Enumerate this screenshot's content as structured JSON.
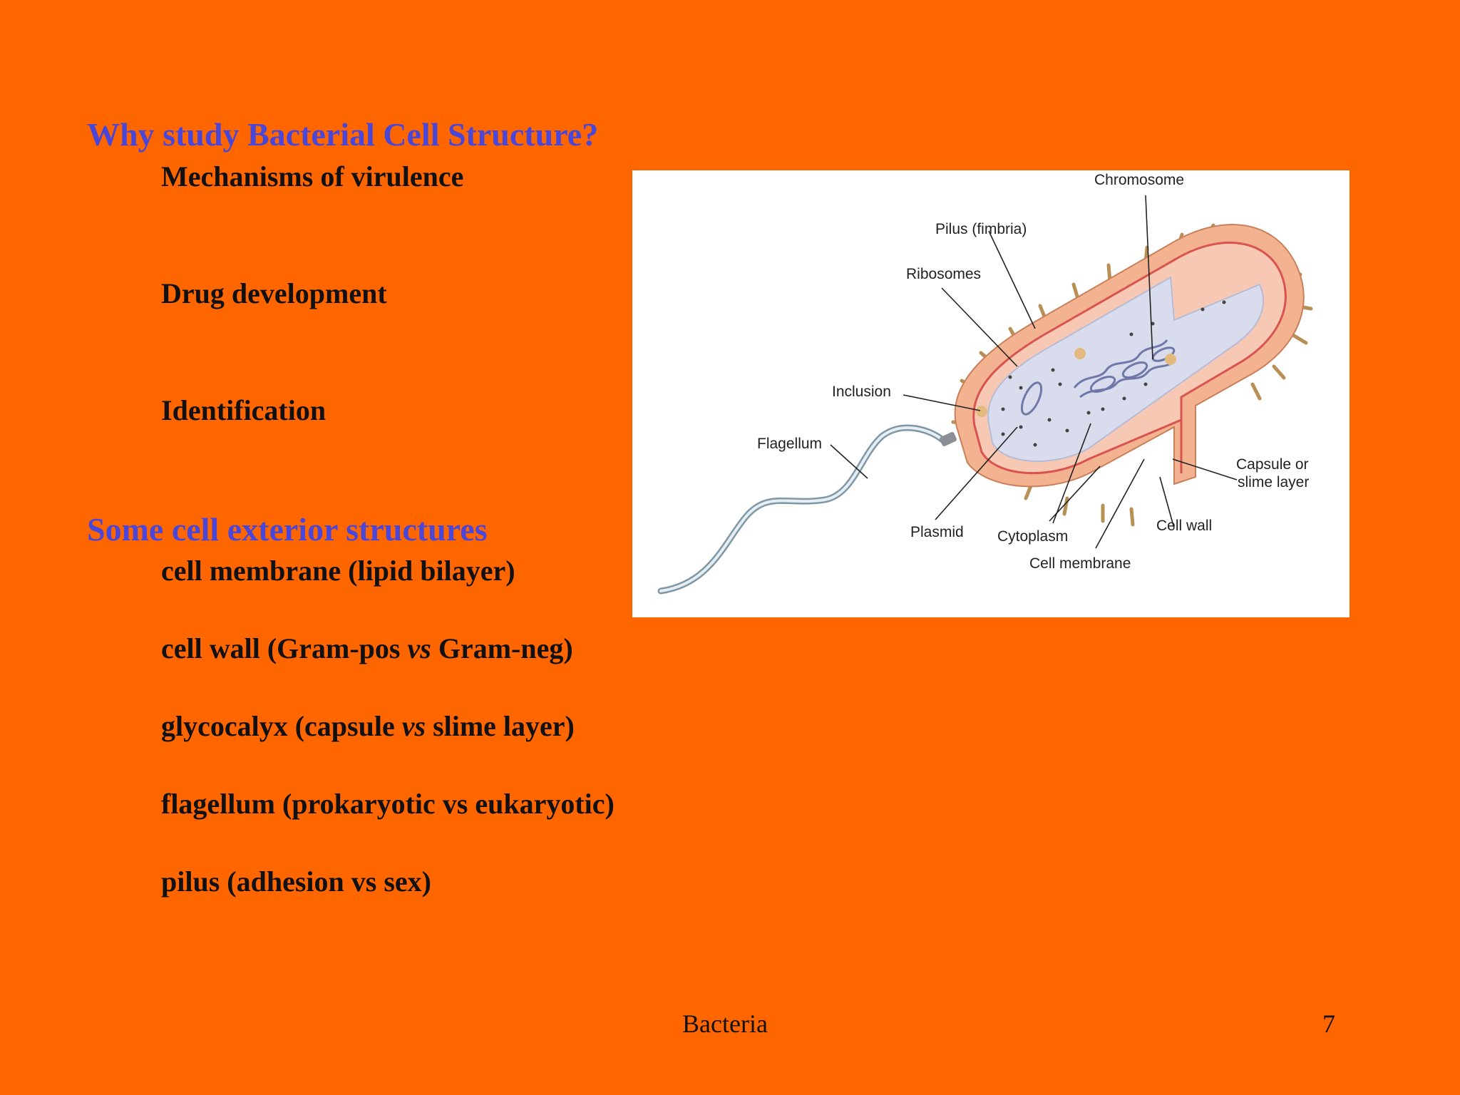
{
  "section1": {
    "heading": "Why study Bacterial Cell Structure?",
    "items": [
      "Mechanisms of virulence",
      "Drug development",
      "Identification"
    ]
  },
  "section2": {
    "heading": "Some cell exterior structures",
    "items": [
      {
        "before": "cell membrane (lipid bilayer)",
        "em": "",
        "after": ""
      },
      {
        "before": "cell wall (Gram-pos ",
        "em": "vs",
        "after": " Gram-neg)"
      },
      {
        "before": "glycocalyx (capsule ",
        "em": "vs",
        "after": " slime layer)"
      },
      {
        "before": "flagellum (prokaryotic vs eukaryotic)",
        "em": "",
        "after": ""
      },
      {
        "before": "pilus (adhesion vs sex)",
        "em": "",
        "after": ""
      }
    ]
  },
  "figure": {
    "labels": {
      "chromosome": "Chromosome",
      "pilus": "Pilus (fimbria)",
      "ribosomes": "Ribosomes",
      "inclusion": "Inclusion",
      "flagellum": "Flagellum",
      "capsule_1": "Capsule or",
      "capsule_2": "slime layer",
      "plasmid": "Plasmid",
      "cytoplasm": "Cytoplasm",
      "cell_wall": "Cell wall",
      "cell_membrane": "Cell membrane"
    }
  },
  "footer": {
    "title": "Bacteria",
    "page_number": "7"
  }
}
